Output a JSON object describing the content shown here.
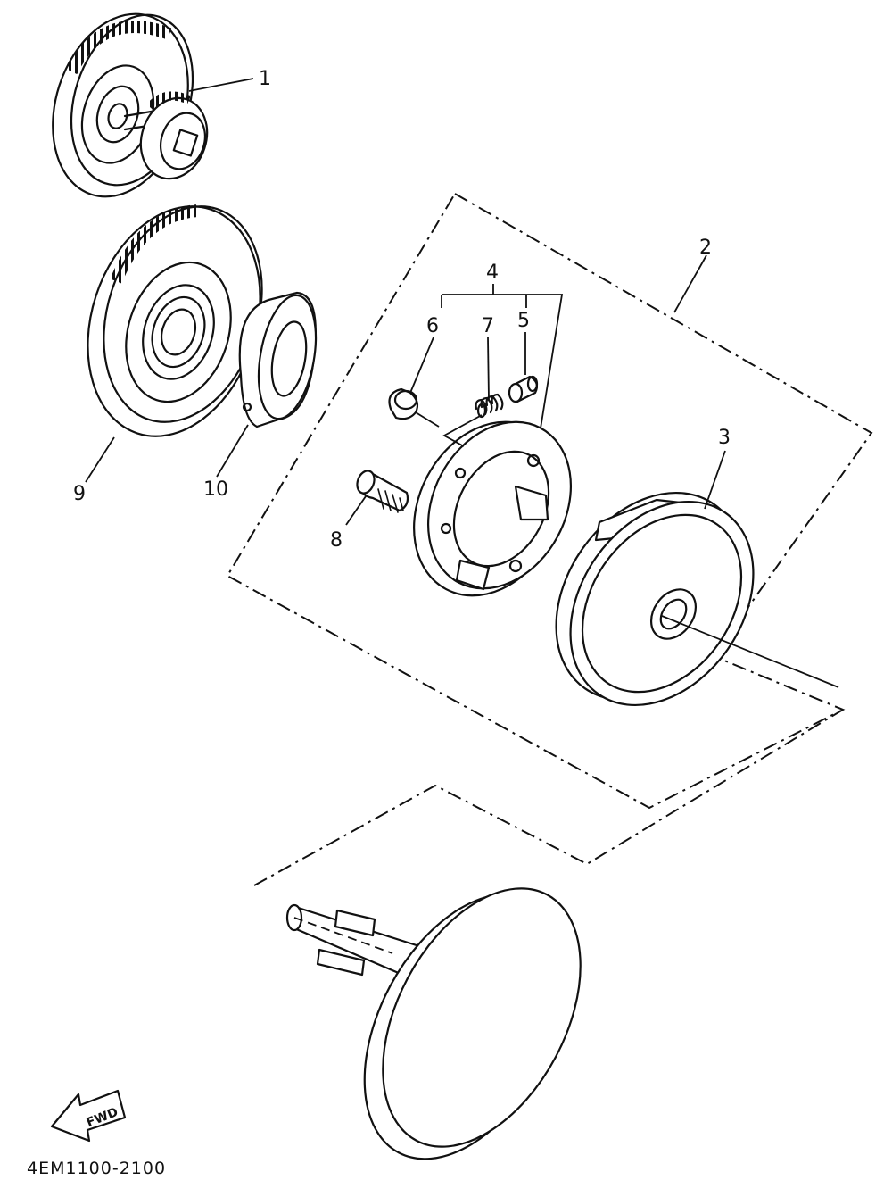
{
  "diagram": {
    "parts": [
      {
        "id": "part-1",
        "label": "1"
      },
      {
        "id": "part-2",
        "label": "2"
      },
      {
        "id": "part-3",
        "label": "3"
      },
      {
        "id": "part-4",
        "label": "4"
      },
      {
        "id": "part-5",
        "label": "5"
      },
      {
        "id": "part-6",
        "label": "6"
      },
      {
        "id": "part-7",
        "label": "7"
      },
      {
        "id": "part-8",
        "label": "8"
      },
      {
        "id": "part-9",
        "label": "9"
      },
      {
        "id": "part-10",
        "label": "10"
      }
    ],
    "fwd_label": "FWD",
    "drawing_code": "4EM1100-2100"
  }
}
